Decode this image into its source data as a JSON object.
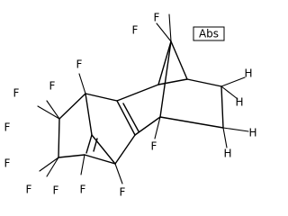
{
  "labels": {
    "f": "F",
    "h": "H",
    "abs": "Abs"
  }
}
